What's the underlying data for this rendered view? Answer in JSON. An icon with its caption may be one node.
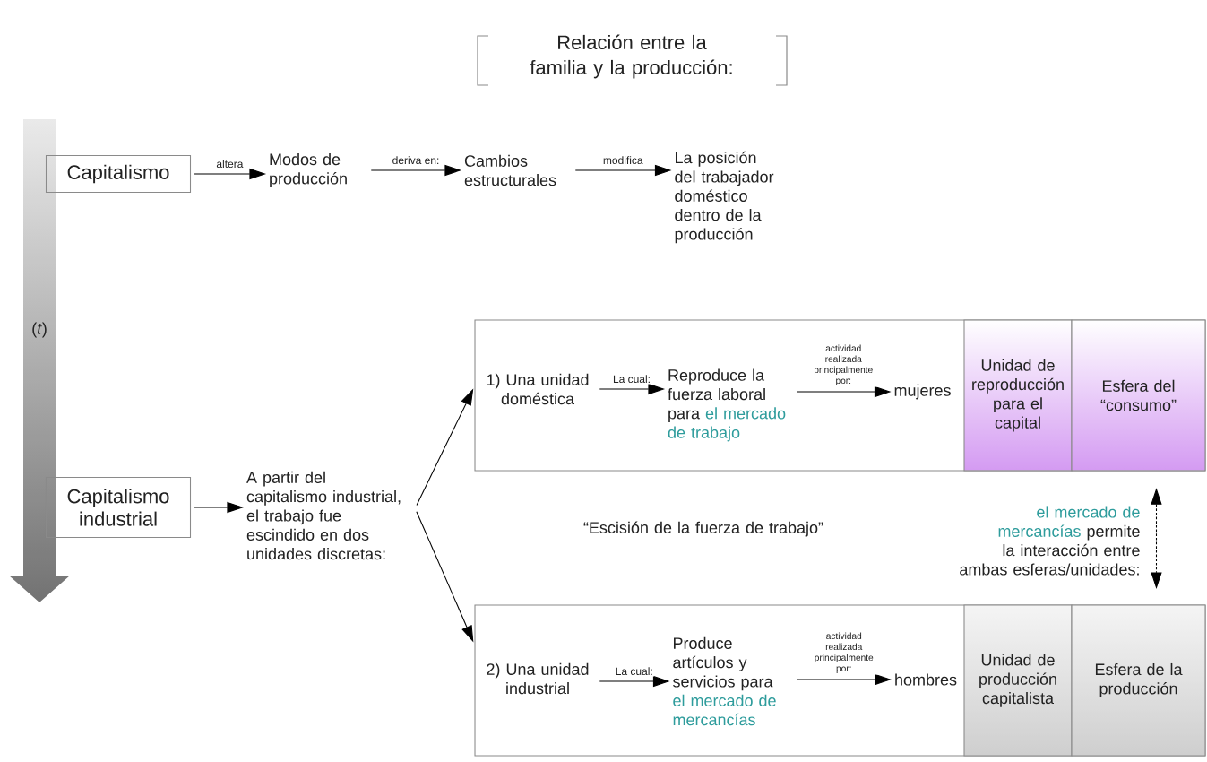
{
  "diagram": {
    "title": "Relación entre la familia y la producción:",
    "nodes": [
      {
        "text": [
          "Capitalismo"
        ]
      },
      {
        "text": [
          "Modos de producción"
        ]
      },
      {
        "text": [
          "Cambios estructurales"
        ]
      },
      {
        "text": [
          "La posición del trabajador doméstico dentro de la producción"
        ]
      },
      {
        "text": [
          "Capitalismo industrial"
        ]
      },
      {
        "text": [
          "A partir del capitalismo industrial, el trabajo fue escindido en dos unidades discretas:"
        ]
      },
      {
        "text": [],
        "shape": "box"
      },
      {
        "text": [
          "1) Una unidad doméstica"
        ],
        "in": 6
      },
      {
        "text": [
          "Reproduce la fuerza laboral para",
          "el mercado de trabajo"
        ],
        "in": 6
      },
      {
        "text": [
          "mujeres"
        ],
        "in": 6
      },
      {
        "text": [
          "Unidad de reproducción para el capital"
        ],
        "in": 6
      },
      {
        "text": [
          "Esfera del “consumo”"
        ],
        "in": 6
      },
      {
        "text": [],
        "shape": "box"
      },
      {
        "text": [
          "2) Una unidad industrial"
        ],
        "in": 12
      },
      {
        "text": [
          "Produce artículos y servicios para",
          "el mercado de mercancías"
        ],
        "in": 12
      },
      {
        "text": [
          "hombres"
        ],
        "in": 12
      },
      {
        "text": [
          "Unidad de producción capitalista"
        ],
        "in": 12
      },
      {
        "text": [
          "Esfera de la producción"
        ],
        "in": 12
      }
    ],
    "edges": [
      {
        "from": 0,
        "to": 1,
        "arrow": "to",
        "label": "altera"
      },
      {
        "from": 1,
        "to": 2,
        "arrow": "to",
        "label": "deriva en:"
      },
      {
        "from": 2,
        "to": 3,
        "arrow": "to",
        "label": "modifica"
      },
      {
        "from": 4,
        "to": 5,
        "arrow": "to"
      },
      {
        "from": 5,
        "to": 6,
        "arrow": "to"
      },
      {
        "from": 5,
        "to": 12,
        "arrow": "to"
      },
      {
        "from": 7,
        "to": 8,
        "arrow": "to",
        "label": "La cual:"
      },
      {
        "from": 8,
        "to": 9,
        "arrow": "to",
        "label": "actividad realizada principalmente por:"
      },
      {
        "from": 13,
        "to": 14,
        "arrow": "to",
        "label": "La cual:"
      },
      {
        "from": 14,
        "to": 15,
        "arrow": "to",
        "label": "actividad realizada principalmente por:"
      },
      {
        "from": 11,
        "to": 17,
        "arrow": "both",
        "style": "dashed"
      }
    ],
    "labels": [
      "(*t*)",
      "“Escisión de la fuerza de trabajo”",
      "el mercado de mercancías",
      "permite la interacción entre ambas esferas/unidades:"
    ]
  }
}
